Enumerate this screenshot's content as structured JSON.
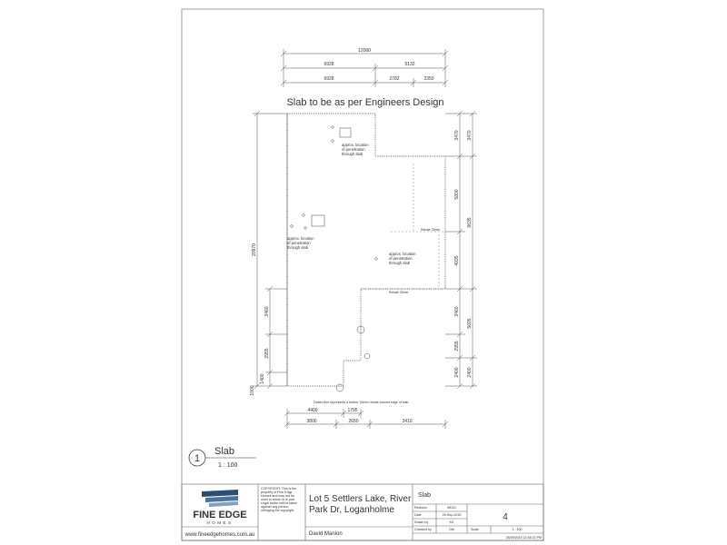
{
  "drawing": {
    "title": "Slab to be as per Engineers Design",
    "overall_width": "12060",
    "top_dims_row1": [
      "6928",
      "5132"
    ],
    "top_dims_row2": [
      "6928",
      "2782",
      "2350"
    ],
    "left_total": "20970",
    "left_dims": [
      "3460",
      "2955",
      "1400",
      "1000"
    ],
    "right_dims_outer": [
      "3470",
      "9635",
      "5695",
      "2400"
    ],
    "right_dims_inner": [
      "3470",
      "5800",
      "4035",
      "3460",
      "2955",
      "2400"
    ],
    "bottom_dims_row1": [
      "4400",
      "1795"
    ],
    "bottom_dims_row2": [
      "3800",
      "2650",
      "3410"
    ],
    "notes": {
      "penetration_1": "approx. location of penetration through slab",
      "penetration_2": "approx. location of penetration through slab",
      "penetration_3": "approx. location of penetration through slab",
      "dotted_line": "Dotted line represents a further 30mm rebate around edge of slab",
      "step_down_1": "Rebate 30mm",
      "step_down_2": "Rebate 30mm"
    }
  },
  "view_label": {
    "number": "1",
    "name": "Slab",
    "scale": "1 : 100"
  },
  "title_block": {
    "company_line1": "FINE EDGE",
    "company_line2": "HOMES",
    "website": "www.fineedgehomes.com.au",
    "copyright": "COPYRIGHT: This is the property of Fine Edge Homes and may not be used in whole or in part. Legal action will be taken against any person infringing the copyright.",
    "project": "Lot 5 Settlers Lake, River Park Dr, Loganholme",
    "client": "David Manion",
    "sheet_name": "Slab",
    "fields": [
      {
        "label": "Revision",
        "value": "WD01"
      },
      {
        "label": "Date",
        "value": "25-Sep-2015"
      },
      {
        "label": "Drawn by",
        "value": "KK"
      },
      {
        "label": "Checked by",
        "value": "DM"
      }
    ],
    "sheet_number": "4",
    "scale_label": "Scale",
    "scale_value": "1 : 100",
    "timestamp": "28/09/2015 12:46:22 PM"
  }
}
